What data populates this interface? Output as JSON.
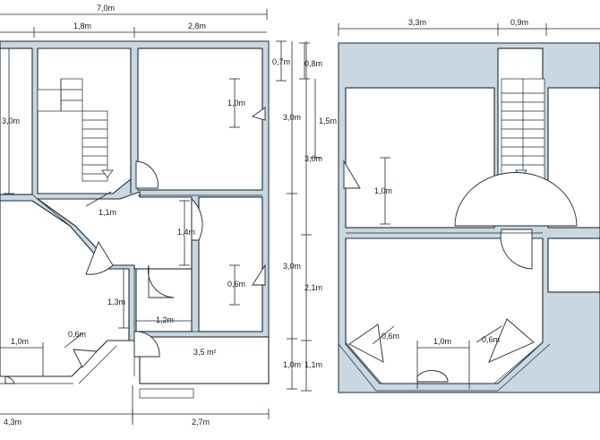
{
  "plan_left": {
    "dim_total_width": "7,0m",
    "dim_top_a": "1,8m",
    "dim_top_b": "2,8m",
    "dim_right_a": "0,7m",
    "dim_right_b": "3,0m",
    "dim_right_c": "3,0m",
    "dim_right_d": "1,0m",
    "dim_left_height": "3,0m",
    "dim_door_top": "1,0m",
    "dim_diag": "1,1m",
    "dim_corridor": "1,4m",
    "dim_door_lower": "0,6m",
    "dim_small_vertical": "1,3m",
    "dim_small_horizontal": "1,2m",
    "dim_bottom_left_a": "1,0m",
    "dim_bottom_left_b": "0,6m",
    "area_label": "3,5 m²",
    "dim_bottom_a": "4,3m",
    "dim_bottom_b": "2,7m"
  },
  "plan_right": {
    "dim_top_a": "3,3m",
    "dim_top_b": "0,9m",
    "dim_left_a": "0,8m",
    "dim_left_b": "1,5m",
    "dim_left_c": "3,0m",
    "dim_door": "1,0m",
    "dim_left_d": "2,1m",
    "dim_left_e": "1,1m",
    "dim_bay_a": "0,6m",
    "dim_bay_b": "1,0m",
    "dim_bay_c": "0,6m"
  }
}
